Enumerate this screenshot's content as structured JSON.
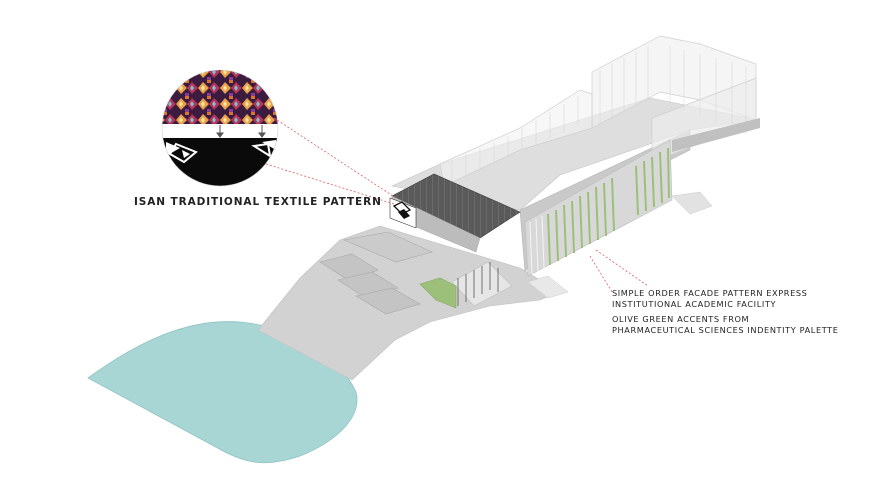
{
  "annotations": {
    "textile_pattern": "ISAN TRADITIONAL TEXTILE PATTERN",
    "facade": {
      "line1": "SIMPLE ORDER FACADE PATTERN EXPRESS",
      "line2": "INSTITUTIONAL ACADEMIC FACILITY"
    },
    "green_accents": {
      "line1": "OLIVE GREEN ACCENTS FROM",
      "line2": "PHARMACEUTICAL SCIENCES INDENTITY PALETTE"
    }
  },
  "colors": {
    "water": "#a8d6d5",
    "ground": "#cfcfcf",
    "roof": "#dadada",
    "wall": "#bdbdbd",
    "screen_dark": "#555555",
    "accent_green": "#9cc07a",
    "leader_line": "#e06060"
  }
}
